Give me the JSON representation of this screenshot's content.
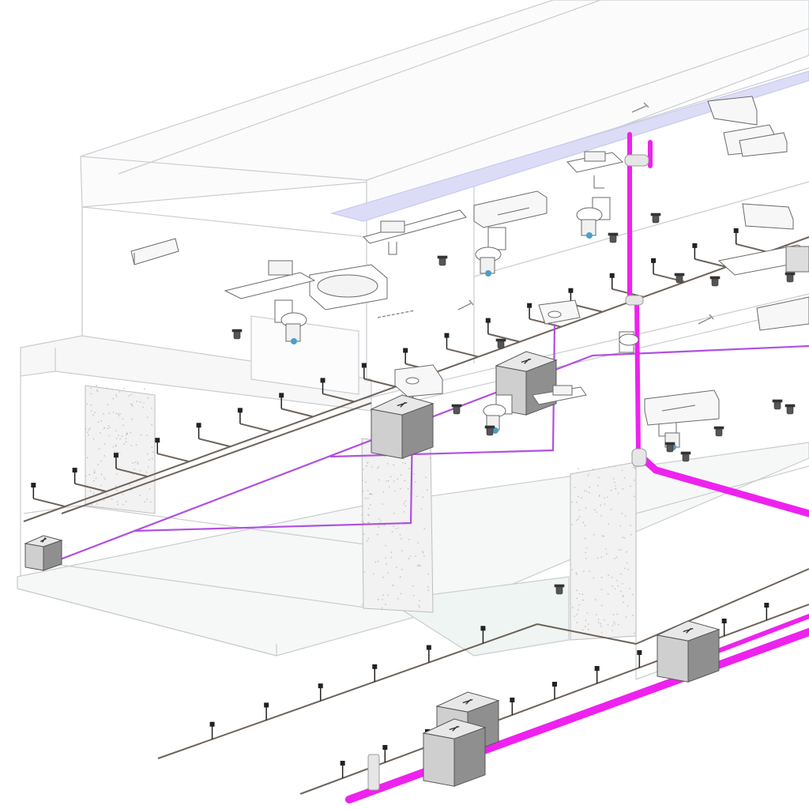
{
  "view": {
    "type": "isometric plumbing MEP model"
  },
  "colors": {
    "background": "#ffffff",
    "building_lines": "#c9ccd0",
    "building_fill": "#fbfbfc",
    "column_fill": "#f3f3f3",
    "ground_fill": "#eef5f2",
    "drain_pipe": "#ee22ee",
    "vent_pipe": "#b050e0",
    "feed_pipe": "#6e625a",
    "box_dark": "#8f8f8f",
    "box_light": "#d4d4d4",
    "fixture_stroke": "#6a6a6a",
    "ceiling_band": "#c9c9f2"
  },
  "legend_counts": {
    "inspection_boxes": 6,
    "water_closets": 6,
    "lavatories": 5,
    "bathtubs": 1,
    "air_conditioners": 7,
    "shower_heads": 4
  }
}
